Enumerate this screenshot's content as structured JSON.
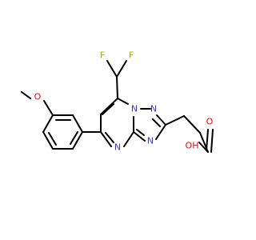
{
  "colors": {
    "background": "#ffffff",
    "bond": "#000000",
    "carbon": "#000000",
    "nitrogen": "#3333ff",
    "oxygen": "#ff0000",
    "fluorine": "#b3a600"
  },
  "atoms": {
    "f1": "F",
    "f2": "F",
    "n_bridge": "N",
    "n_triazole_top": "N",
    "n_ring_bottom": "N",
    "n_triazole_bottom": "N",
    "o_methoxy": "O",
    "o_carbonyl": "O",
    "oh": "OH"
  }
}
